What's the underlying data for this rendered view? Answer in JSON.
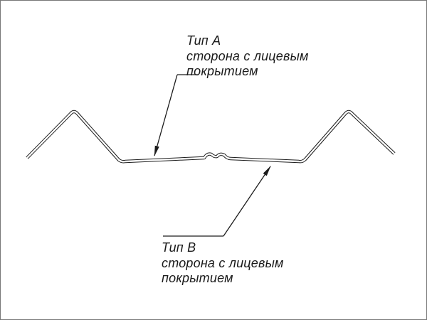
{
  "labels": {
    "type_a": {
      "title": "Тип А",
      "line1": "сторона с лицевым",
      "line2": "покрытием"
    },
    "type_b": {
      "title": "Тип В",
      "line1": "сторона с лицевым",
      "line2": "покрытием"
    }
  },
  "icons": {
    "arrowhead": "leader-arrowhead"
  },
  "colors": {
    "line": "#1c1c1c",
    "background": "#ffffff",
    "frame": "#777777"
  }
}
